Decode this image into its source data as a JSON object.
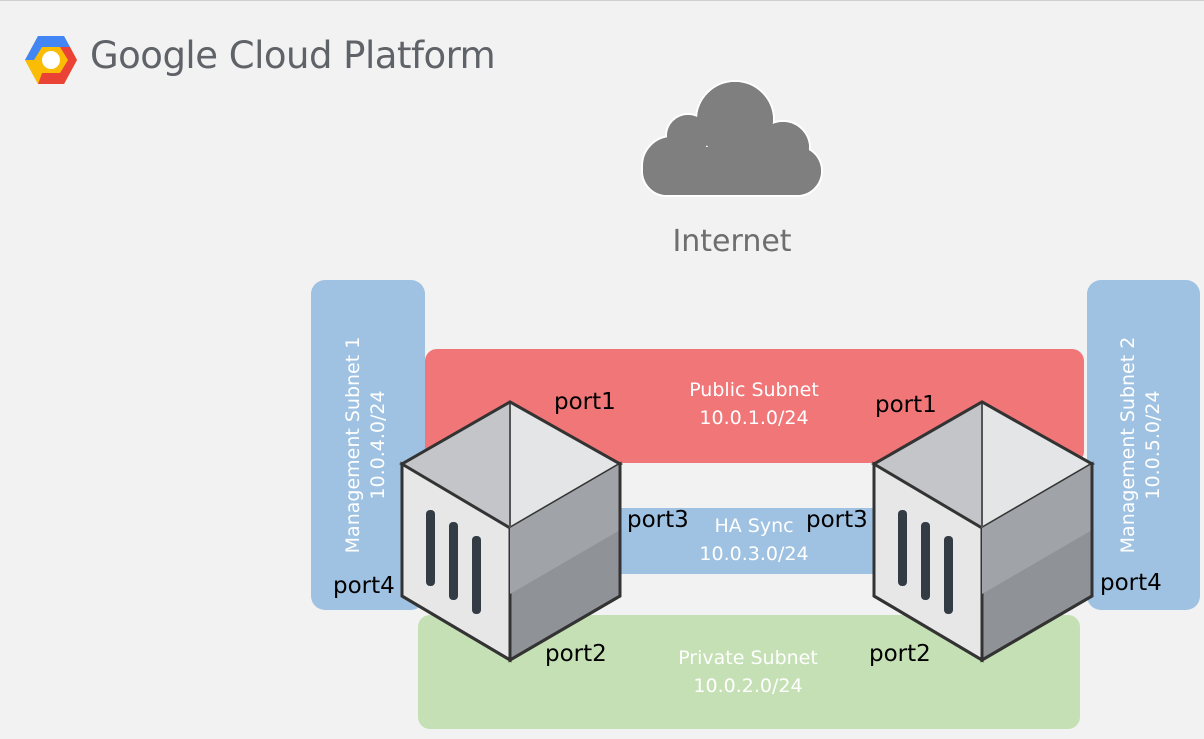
{
  "branding": {
    "name": "Google Cloud Platform"
  },
  "internet": {
    "label": "Internet"
  },
  "subnets": {
    "management1": {
      "name": "Management Subnet 1",
      "cidr": "10.0.4.0/24"
    },
    "management2": {
      "name": "Management Subnet 2",
      "cidr": "10.0.5.0/24"
    },
    "public": {
      "name": "Public Subnet",
      "cidr": "10.0.1.0/24"
    },
    "ha_sync": {
      "name": "HA Sync",
      "cidr": "10.0.3.0/24"
    },
    "private": {
      "name": "Private Subnet",
      "cidr": "10.0.2.0/24"
    }
  },
  "ports": {
    "left": {
      "p1": "port1",
      "p2": "port2",
      "p3": "port3",
      "p4": "port4"
    },
    "right": {
      "p1": "port1",
      "p2": "port2",
      "p3": "port3",
      "p4": "port4"
    }
  },
  "colors": {
    "public": "#f07678",
    "ha_sync": "#9fc2e2",
    "private": "#c5e0b4",
    "management": "#9fc2e2",
    "cloud": "#7f7f7f",
    "background": "#f2f2f2"
  },
  "icons": [
    "gcp-hexagon-logo-icon",
    "cloud-icon",
    "firewall-appliance-icon"
  ]
}
